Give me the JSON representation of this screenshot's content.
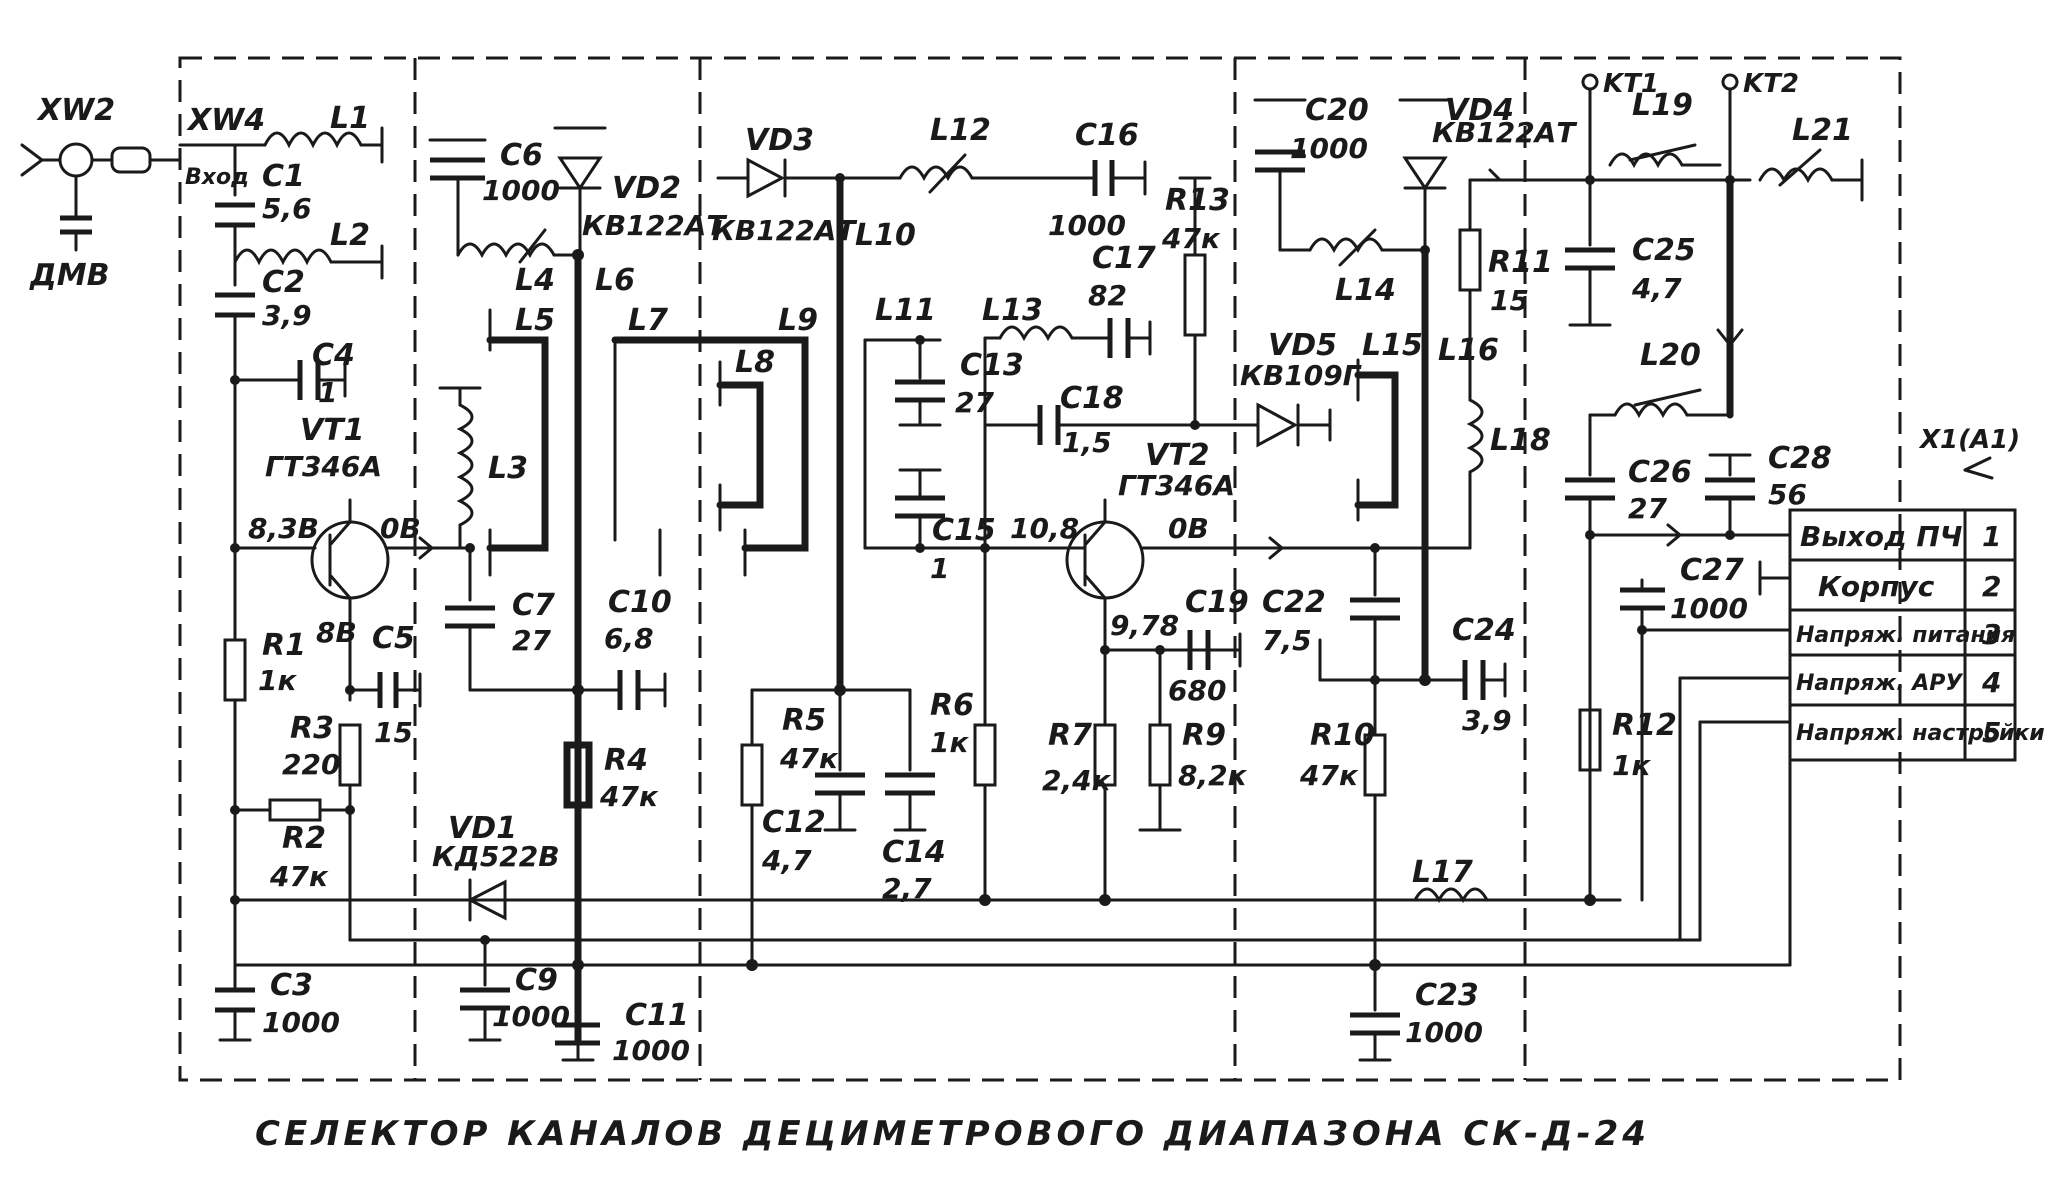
{
  "caption": "СЕЛЕКТОР КАНАЛОВ ДЕЦИМЕТРОВОГО ДИАПАЗОНА СК-Д-24",
  "connectors": {
    "xw2": "XW2",
    "xw4": "XW4",
    "dmv": "ДМВ",
    "input": "Вход",
    "kt1": "KT1",
    "kt2": "KT2",
    "x1": "X1(А1)"
  },
  "output_table": {
    "rows": [
      {
        "label": "Выход ПЧ",
        "pin": "1"
      },
      {
        "label": "Корпус",
        "pin": "2"
      },
      {
        "label": "Напряж. питания",
        "pin": "3"
      },
      {
        "label": "Напряж. АРУ",
        "pin": "4"
      },
      {
        "label": "Напряж. настройки",
        "pin": "5"
      }
    ]
  },
  "transistors": {
    "vt1": {
      "ref": "VT1",
      "type": "ГТ346А",
      "v_e": "8,3В",
      "v_c": "0В",
      "v_b": "8В"
    },
    "vt2": {
      "ref": "VT2",
      "type": "ГТ346А",
      "v_e": "10,8",
      "v_c": "0В",
      "v_b": "9,78"
    }
  },
  "diodes": [
    {
      "ref": "VD1",
      "type": "КД522В"
    },
    {
      "ref": "VD2",
      "type": "КВ122АТ"
    },
    {
      "ref": "VD3",
      "type": "КВ122АТ"
    },
    {
      "ref": "VD4",
      "type": "КВ122АТ"
    },
    {
      "ref": "VD5",
      "type": "КВ109Г"
    }
  ],
  "capacitors": [
    {
      "ref": "C1",
      "value": "5,6"
    },
    {
      "ref": "C2",
      "value": "3,9"
    },
    {
      "ref": "C3",
      "value": "1000"
    },
    {
      "ref": "C4",
      "value": "1"
    },
    {
      "ref": "C5",
      "value": "15"
    },
    {
      "ref": "C6",
      "value": "1000"
    },
    {
      "ref": "C7",
      "value": "27"
    },
    {
      "ref": "C9",
      "value": "1000"
    },
    {
      "ref": "C10",
      "value": "6,8"
    },
    {
      "ref": "C11",
      "value": "1000"
    },
    {
      "ref": "C12",
      "value": "4,7"
    },
    {
      "ref": "C13",
      "value": "27"
    },
    {
      "ref": "C14",
      "value": "2,7"
    },
    {
      "ref": "C15",
      "value": "1"
    },
    {
      "ref": "C16",
      "value": "1000"
    },
    {
      "ref": "C17",
      "value": "82"
    },
    {
      "ref": "C18",
      "value": "1,5"
    },
    {
      "ref": "C19",
      "value": "680"
    },
    {
      "ref": "C20",
      "value": "1000"
    },
    {
      "ref": "C22",
      "value": "7,5"
    },
    {
      "ref": "C23",
      "value": "1000"
    },
    {
      "ref": "C24",
      "value": "3,9"
    },
    {
      "ref": "C25",
      "value": "4,7"
    },
    {
      "ref": "C26",
      "value": "27"
    },
    {
      "ref": "C27",
      "value": "1000"
    },
    {
      "ref": "C28",
      "value": "56"
    }
  ],
  "resistors": [
    {
      "ref": "R1",
      "value": "1к"
    },
    {
      "ref": "R2",
      "value": "47к"
    },
    {
      "ref": "R3",
      "value": "220"
    },
    {
      "ref": "R4",
      "value": "47к"
    },
    {
      "ref": "R5",
      "value": "47к"
    },
    {
      "ref": "R6",
      "value": "1к"
    },
    {
      "ref": "R7",
      "value": "2,4к"
    },
    {
      "ref": "R9",
      "value": "8,2к"
    },
    {
      "ref": "R10",
      "value": "47к"
    },
    {
      "ref": "R11",
      "value": "15"
    },
    {
      "ref": "R12",
      "value": "1к"
    },
    {
      "ref": "R13",
      "value": "47к"
    }
  ],
  "inductors": [
    "L1",
    "L2",
    "L3",
    "L4",
    "L5",
    "L6",
    "L7",
    "L8",
    "L9",
    "L10",
    "L11",
    "L12",
    "L13",
    "L14",
    "L15",
    "L16",
    "L17",
    "L18",
    "L19",
    "L20",
    "L21"
  ]
}
